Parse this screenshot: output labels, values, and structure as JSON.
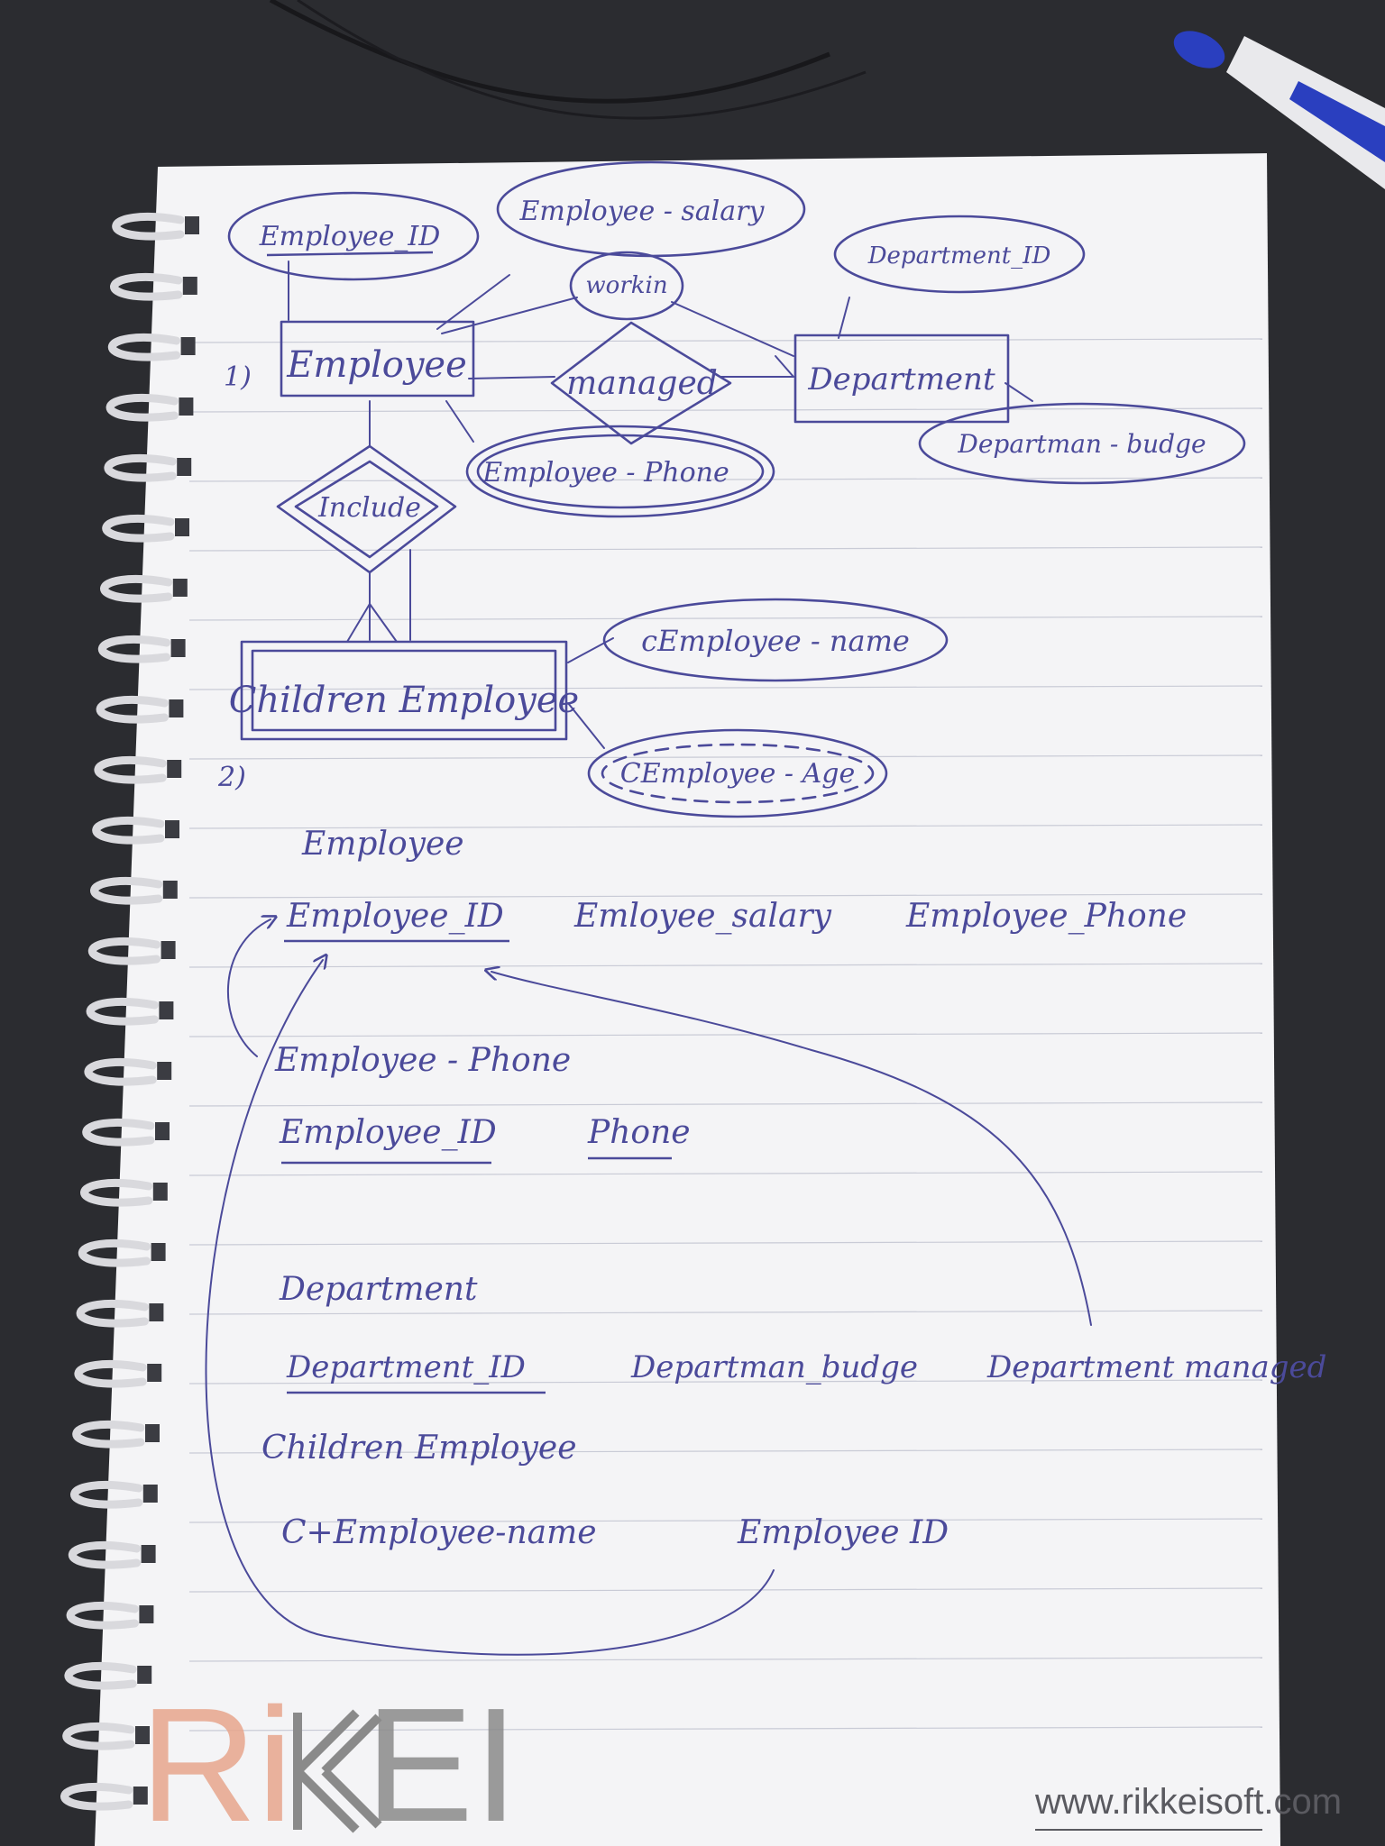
{
  "colors": {
    "ink": "#4b4a9a",
    "paper": "#f4f4f6",
    "desk": "#2b2c30",
    "logo_orange": "#e6a58c",
    "logo_gray": "#8a8a8a",
    "pen_blue": "#2a3fbf"
  },
  "er": {
    "section_label": "1)",
    "entities": {
      "employee": "Employee",
      "department": "Department",
      "children": "Children Employee"
    },
    "relationships": {
      "works_in": "workin",
      "managed": "managed",
      "include": "Include"
    },
    "attributes": {
      "employee_id": "Employee_ID",
      "employee_salary": "Employee - salary",
      "employee_phone": "Employee - Phone",
      "department_id": "Department_ID",
      "department_budget": "Departman - budge",
      "c_name": "cEmployee - name",
      "c_age": "CEmployee - Age"
    }
  },
  "schema": {
    "section_label": "2)",
    "employee": {
      "title": "Employee",
      "cols": [
        "Employee_ID",
        "Emloyee_salary",
        "Employee_Phone"
      ]
    },
    "employee_phone": {
      "title": "Employee - Phone",
      "cols": [
        "Employee_ID",
        "Phone"
      ]
    },
    "department": {
      "title": "Department",
      "cols": [
        "Department_ID",
        "Departman_budge",
        "Department managed"
      ]
    },
    "children": {
      "title": "Children Employee",
      "cols": [
        "C+Employee-name",
        "Employee ID"
      ]
    }
  },
  "logo": {
    "text_left": "Ri",
    "text_right": "EI"
  },
  "footer": {
    "url": "www.rikkeisoft.com"
  }
}
